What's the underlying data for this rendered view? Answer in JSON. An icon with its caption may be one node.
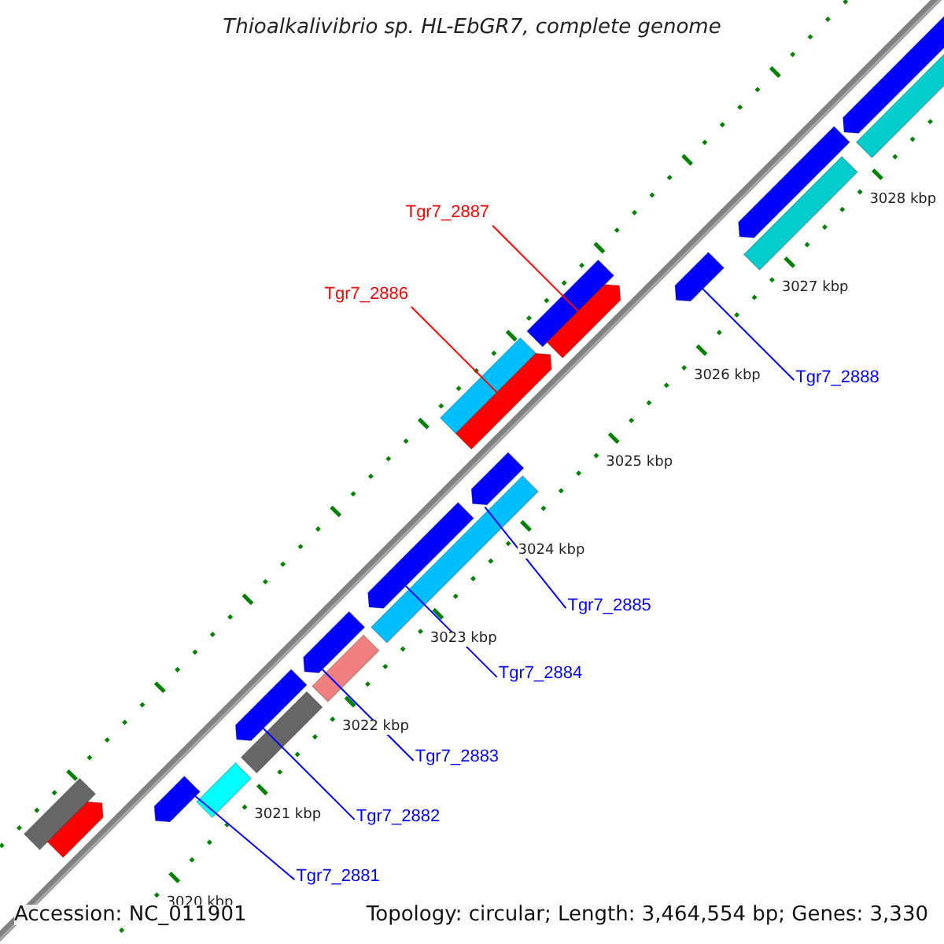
{
  "diagram": {
    "title": "Thioalkalivibrio sp. HL-EbGR7, complete genome",
    "nodes": [
      {
        "text": [
          "Tgr7_2887"
        ]
      },
      {
        "text": [
          "Tgr7_2886"
        ]
      },
      {
        "text": [
          "Tgr7_2888"
        ]
      },
      {
        "text": [
          "Tgr7_2885"
        ]
      },
      {
        "text": [
          "Tgr7_2884"
        ]
      },
      {
        "text": [
          "Tgr7_2883"
        ]
      },
      {
        "text": [
          "Tgr7_2882"
        ]
      },
      {
        "text": [
          "Tgr7_2881"
        ]
      },
      {
        "text": [],
        "shape": "arrow"
      },
      {
        "text": [],
        "shape": "bar"
      },
      {
        "text": [],
        "shape": "arrow"
      },
      {
        "text": [],
        "shape": "bar"
      },
      {
        "text": [],
        "shape": "arrow"
      },
      {
        "text": [],
        "shape": "bar"
      },
      {
        "text": [],
        "shape": "arrow"
      },
      {
        "text": [],
        "shape": "bar"
      },
      {
        "text": [],
        "shape": "arrow"
      },
      {
        "text": [],
        "shape": "arrow"
      },
      {
        "text": [],
        "shape": "arrow"
      },
      {
        "text": [],
        "shape": "bar"
      },
      {
        "text": [],
        "shape": "arrow"
      },
      {
        "text": [],
        "shape": "bar"
      },
      {
        "text": [],
        "shape": "arrow"
      },
      {
        "text": [],
        "shape": "bar"
      },
      {
        "text": [],
        "shape": "bar"
      },
      {
        "text": [],
        "shape": "arrow"
      },
      {
        "text": [],
        "shape": "bar"
      },
      {
        "text": [],
        "shape": "arrow"
      }
    ],
    "edges": [
      {
        "from": 0,
        "to": 14,
        "arrow": "none",
        "color": "#ff0000"
      },
      {
        "from": 1,
        "to": 16,
        "arrow": "none",
        "color": "#ff0000"
      },
      {
        "from": 2,
        "to": 12,
        "arrow": "none"
      },
      {
        "from": 3,
        "to": 17,
        "arrow": "none"
      },
      {
        "from": 4,
        "to": 18,
        "arrow": "none"
      },
      {
        "from": 5,
        "to": 20,
        "arrow": "none"
      },
      {
        "from": 6,
        "to": 22,
        "arrow": "none"
      },
      {
        "from": 7,
        "to": 25,
        "arrow": "none"
      }
    ],
    "labels": [
      "3028 kbp",
      "3027 kbp",
      "3026 kbp",
      "3025 kbp",
      "3024 kbp",
      "3023 kbp",
      "3022 kbp",
      "3021 kbp",
      "3020 kbp",
      "Accession: NC_011901",
      "Topology: circular; Length: 3,464,554 bp; Genes: 3,330"
    ]
  }
}
